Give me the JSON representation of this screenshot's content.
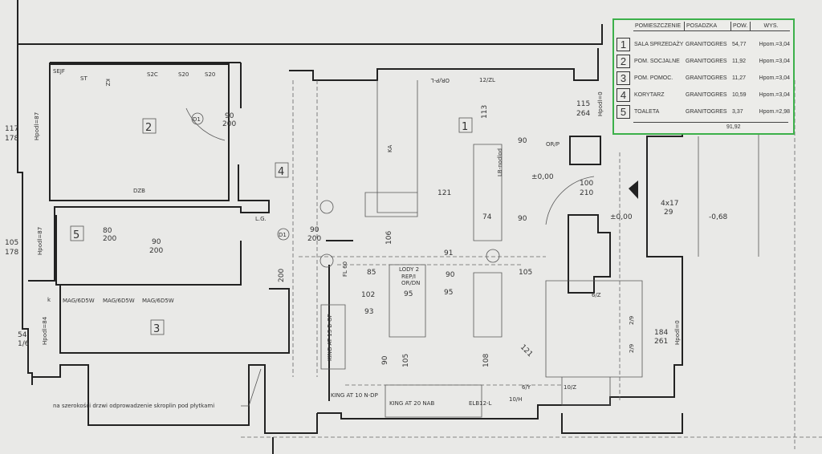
{
  "legend": {
    "headers": [
      "POMIESZCZENIE",
      "POSADZKA",
      "POW.",
      "WYS."
    ],
    "rows": [
      {
        "no": "1",
        "room": "SALA SPRZEDAŻY",
        "floor": "GRANITOGRES",
        "area": "54,77",
        "height": "Hpom.=3,04"
      },
      {
        "no": "2",
        "room": "POM. SOCJALNE",
        "floor": "GRANITOGRES",
        "area": "11,92",
        "height": "Hpom.=3,04"
      },
      {
        "no": "3",
        "room": "POM. POMOC.",
        "floor": "GRANITOGRES",
        "area": "11,27",
        "height": "Hpom.=3,04"
      },
      {
        "no": "4",
        "room": "KORYTARZ",
        "floor": "GRANITOGRES",
        "area": "10,59",
        "height": "Hpom.=3,04"
      },
      {
        "no": "5",
        "room": "TOALETA",
        "floor": "GRANITOGRES",
        "area": "3,37",
        "height": "Hpom.=2,98"
      }
    ],
    "total": "91,92"
  },
  "rooms": [
    "1",
    "2",
    "3",
    "4",
    "5"
  ],
  "windows": {
    "w1": [
      "117",
      "178"
    ],
    "w2": [
      "105",
      "178"
    ],
    "w3": [
      "54",
      "1/6"
    ],
    "w4": [
      "115",
      "264"
    ],
    "w5": [
      "184",
      "261"
    ],
    "sill87": "Hpodl=87",
    "sill84": "Hpodl=84",
    "sill0": "Hpodl=0"
  },
  "doors": {
    "d1": [
      "90",
      "200"
    ],
    "d2": [
      "90",
      "200"
    ],
    "d3": [
      "90",
      "200"
    ],
    "d4": [
      "80",
      "200"
    ],
    "d5": [
      "100",
      "210"
    ],
    "d6": [
      "90",
      "200"
    ],
    "tag": "D1",
    "tag2": "D1"
  },
  "dims": [
    "121",
    "90",
    "90",
    "113",
    "106",
    "91",
    "85",
    "90",
    "105",
    "102",
    "95",
    "95",
    "93",
    "90",
    "105",
    "108",
    "121",
    "74"
  ],
  "levels": {
    "l1": "±0,00",
    "l2": "±0,00",
    "l3": "-0,68",
    "stairs": [
      "4x17",
      "29"
    ]
  },
  "equipment": {
    "sejf": "SEJF",
    "st": "ST",
    "kz": "KZ",
    "s2c": "S2C",
    "s20a": "S20",
    "s20b": "S20",
    "dzb": "DZB",
    "lg": "L.G.",
    "mag": [
      "MAG/6D5W",
      "MAG/6D5W",
      "MAG/6D5W"
    ],
    "k": "k",
    "ka": "KA",
    "lb": "LB-nodlod",
    "lody": [
      "LODY 2",
      "REP/I",
      "OR/DN"
    ],
    "king20": "KING AT 20 NAB",
    "elb": "ELB12-L",
    "h10": "10/H",
    "y6": "6/Y",
    "z10": "10/Z",
    "king13": "KING AT 13 B-OP",
    "king10": "KING AT 10 N-DP",
    "fl": "FL 60",
    "z6": "6/Z",
    "n29a": "2/9",
    "n29b": "2/9",
    "orpl": "OR/P-L",
    "orp": "OR/P",
    "z12": "12/ZL"
  },
  "note": "na szerokości drzwi odprowadzenie skroplin pod płytkami"
}
